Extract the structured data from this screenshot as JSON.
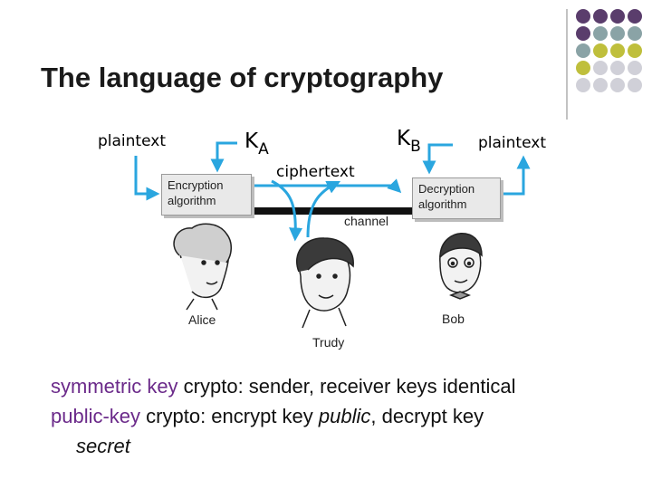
{
  "slide": {
    "title": "The language of cryptography"
  },
  "diagram": {
    "plaintext_left": "plaintext",
    "plaintext_right": "plaintext",
    "ciphertext": "ciphertext",
    "key_a": {
      "letter": "K",
      "sub": "A"
    },
    "key_b": {
      "letter": "K",
      "sub": "B"
    },
    "encryption_box": [
      "Encryption",
      "algorithm"
    ],
    "decryption_box": [
      "Decryption",
      "algorithm"
    ],
    "channel": "channel",
    "alice": "Alice",
    "trudy": "Trudy",
    "bob": "Bob"
  },
  "bullets": {
    "line1": {
      "term": "symmetric key",
      "rest": " crypto: sender, receiver keys identical"
    },
    "line2": {
      "term": "public-key",
      "mid": " crypto: encrypt key ",
      "em1": "public",
      "mid2": ", decrypt key",
      "em2": "secret"
    }
  },
  "colors": {
    "accent": "#6b2a8a",
    "arrow_blue": "#2aa6df",
    "dot_purple": "#5a3d6c",
    "dot_teal": "#8aa3a6",
    "dot_olive": "#bfbf3c",
    "dot_gray": "#d0d0d8"
  }
}
